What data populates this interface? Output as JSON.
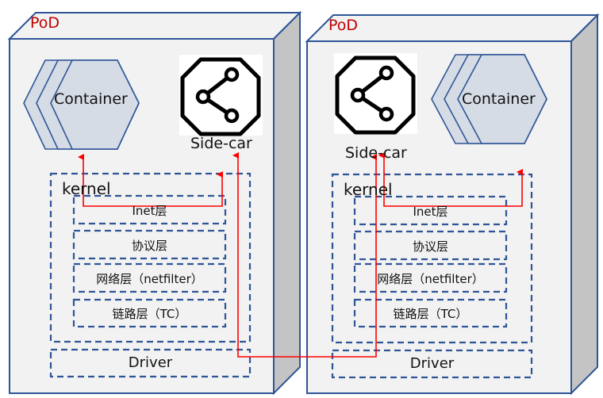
{
  "diagram": {
    "colors": {
      "border": "#2f5597",
      "face": "#f2f2f2",
      "side": "#c4c4c4",
      "container_fill": "#d6dce5",
      "arrow": "#ff0000",
      "pod_title": "#c00000"
    },
    "pods": [
      {
        "title": "PoD",
        "container_label": "Container",
        "sidecar_label": "Side-car",
        "kernel_label": "kernel",
        "layers": [
          "Inet层",
          "协议层",
          "网络层（netfilter）",
          "链路层（TC）"
        ],
        "driver_label": "Driver"
      },
      {
        "title": "PoD",
        "container_label": "Container",
        "sidecar_label": "Side-car",
        "kernel_label": "kernel",
        "layers": [
          "Inet层",
          "协议层",
          "网络层（netfilter）",
          "链路层（TC）"
        ],
        "driver_label": "Driver"
      }
    ],
    "flows": [
      {
        "from": "pod1-container",
        "to": "pod1-sidecar",
        "via": "Inet层"
      },
      {
        "from": "pod1-sidecar",
        "to": "pod2-sidecar",
        "via": "Driver"
      },
      {
        "from": "pod2-sidecar",
        "to": "pod2-kernel",
        "via": "Inet层"
      }
    ]
  }
}
